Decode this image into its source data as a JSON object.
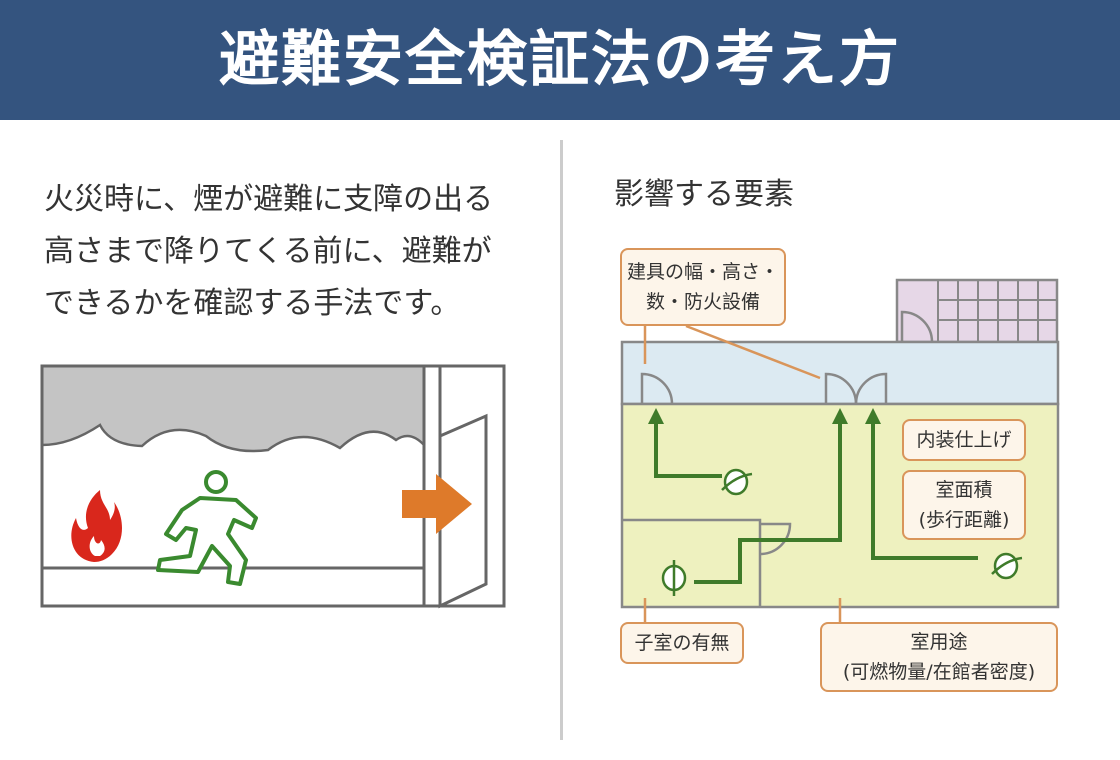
{
  "header": {
    "title": "避難安全検証法の考え方"
  },
  "left": {
    "lines": [
      "火災時に、煙が避難に支障の出る",
      "高さまで降りてくる前に、避難が",
      "できるかを確認する手法です。"
    ]
  },
  "right": {
    "title": "影響する要素",
    "labels": {
      "door": [
        "建具の幅・高さ・",
        "数・防火設備"
      ],
      "interior": "内装仕上げ",
      "area": [
        "室面積",
        "(歩行距離)"
      ],
      "subroom": "子室の有無",
      "use": [
        "室用途",
        "(可燃物量/在館者密度)"
      ]
    }
  },
  "colors": {
    "header_bg": "#34547f",
    "smoke": "#c4c4c4",
    "exit_arrow": "#de7a2a",
    "runner": "#3a8a2f",
    "fire": "#d9271c",
    "corridor": "#dceaf2",
    "room": "#eef1bf",
    "stair": "#e6d7e7",
    "route": "#3f7b2a",
    "label_border": "#d9955a",
    "label_bg": "#fdf5ea"
  }
}
